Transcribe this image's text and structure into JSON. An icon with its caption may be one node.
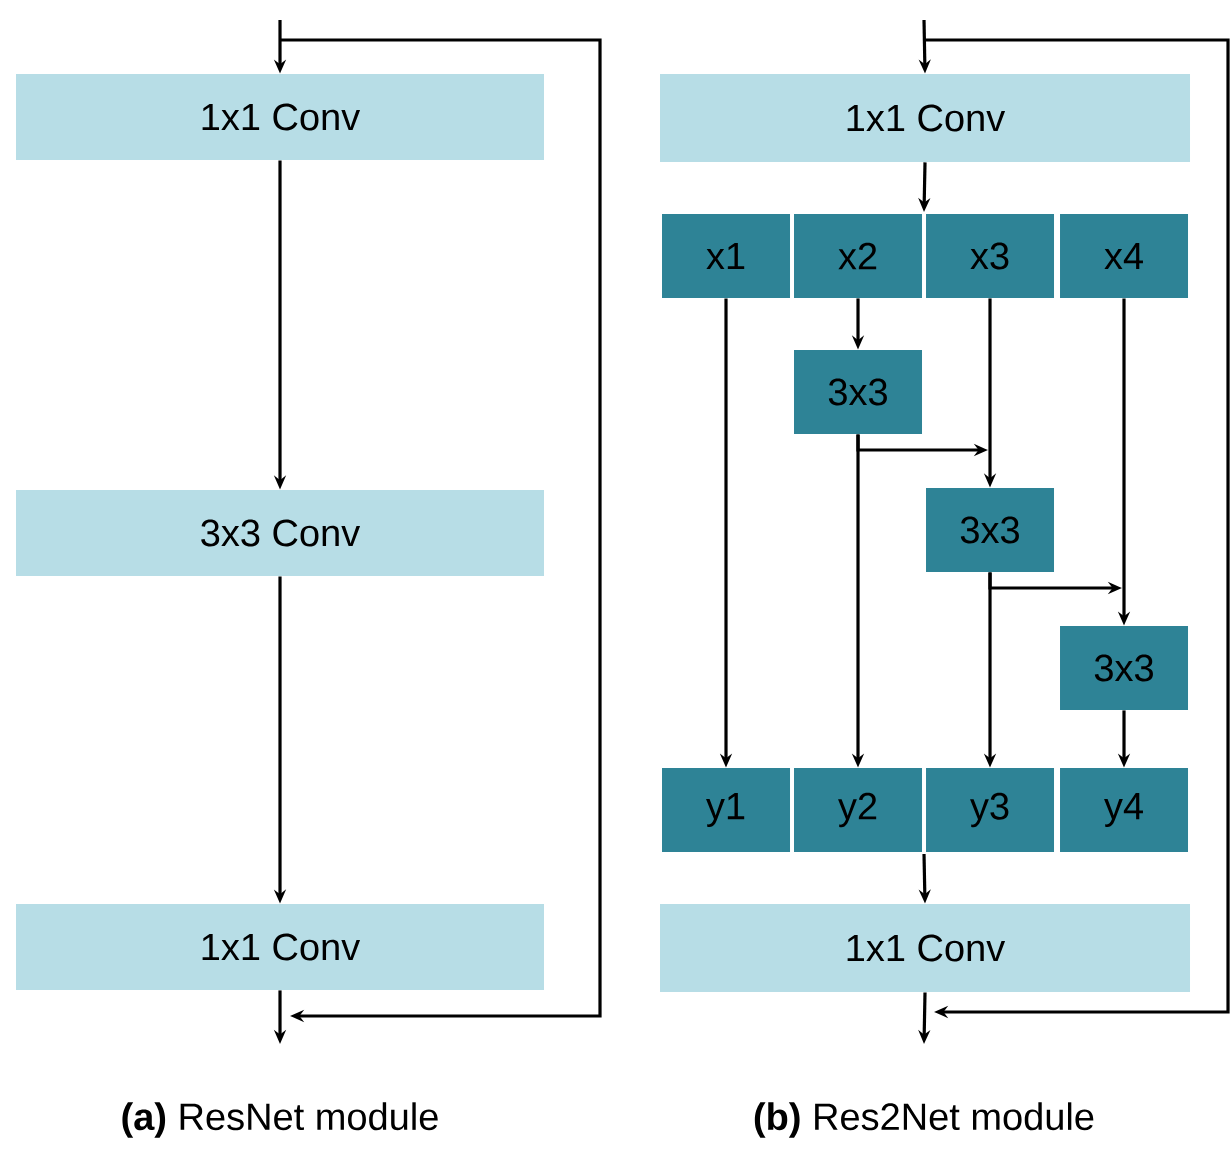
{
  "diagram": {
    "nodes": [
      {
        "text": [
          "1x1 Conv"
        ]
      },
      {
        "text": [
          "3x3 Conv"
        ]
      },
      {
        "text": [
          "1x1 Conv"
        ]
      },
      {
        "text": [
          "1x1 Conv"
        ]
      },
      {
        "text": [
          "x1"
        ]
      },
      {
        "text": [
          "x2"
        ]
      },
      {
        "text": [
          "x3"
        ]
      },
      {
        "text": [
          "x4"
        ]
      },
      {
        "text": [
          "3x3"
        ]
      },
      {
        "text": [
          "3x3"
        ]
      },
      {
        "text": [
          "3x3"
        ]
      },
      {
        "text": [
          "y1"
        ]
      },
      {
        "text": [
          "y2"
        ]
      },
      {
        "text": [
          "y3"
        ]
      },
      {
        "text": [
          "y4"
        ]
      },
      {
        "text": [
          "1x1 Conv"
        ]
      }
    ],
    "edges": [
      {
        "from": null,
        "to": 0,
        "arrow": "to"
      },
      {
        "from": 0,
        "to": 1,
        "arrow": "to"
      },
      {
        "from": 1,
        "to": 2,
        "arrow": "to"
      },
      {
        "from": 2,
        "to": null,
        "arrow": "to"
      },
      {
        "from": null,
        "to": 3,
        "arrow": "to"
      },
      {
        "from": 3,
        "to": 5,
        "arrow": "to"
      },
      {
        "from": 3,
        "to": 6,
        "arrow": "to"
      },
      {
        "from": 4,
        "to": 11,
        "arrow": "to"
      },
      {
        "from": 5,
        "to": 8,
        "arrow": "to"
      },
      {
        "from": 8,
        "to": 12,
        "arrow": "to"
      },
      {
        "from": 8,
        "to": 9,
        "arrow": "to"
      },
      {
        "from": 6,
        "to": 9,
        "arrow": "to"
      },
      {
        "from": 9,
        "to": 13,
        "arrow": "to"
      },
      {
        "from": 9,
        "to": 10,
        "arrow": "to"
      },
      {
        "from": 7,
        "to": 10,
        "arrow": "to"
      },
      {
        "from": 10,
        "to": 14,
        "arrow": "to"
      },
      {
        "from": 12,
        "to": 15,
        "arrow": "to"
      },
      {
        "from": 13,
        "to": 15,
        "arrow": "to"
      },
      {
        "from": 15,
        "to": null,
        "arrow": "to"
      }
    ],
    "labels": [
      "**(a)** ResNet module",
      "**(b)** Res2Net module"
    ]
  }
}
